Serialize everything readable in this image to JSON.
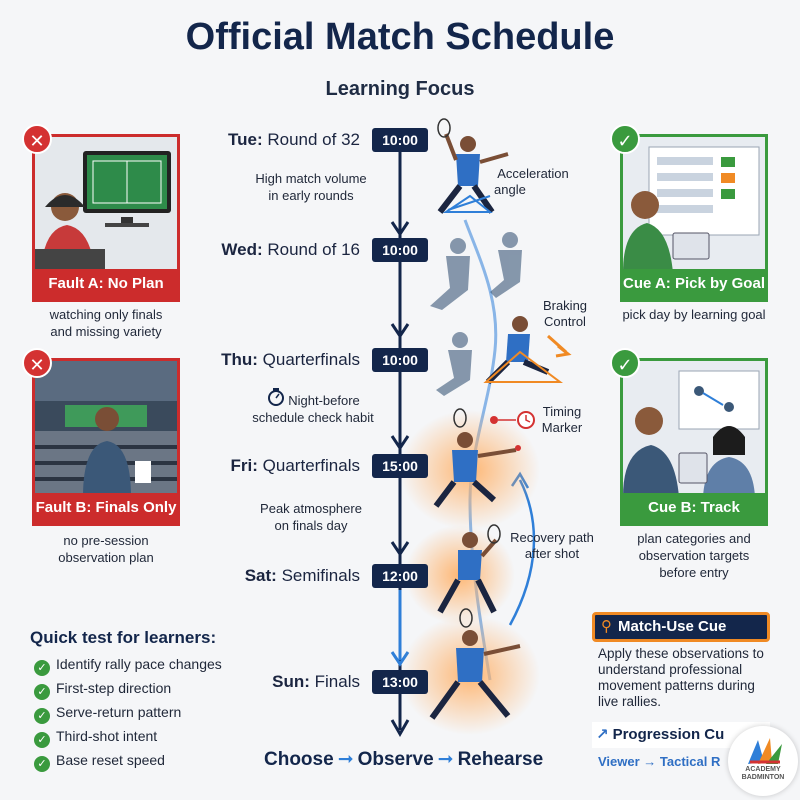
{
  "title": "Official Match Schedule",
  "subtitle": "Learning Focus",
  "faults": [
    {
      "label": "Fault A: No Plan",
      "caption": [
        "watching only finals",
        "and missing variety"
      ]
    },
    {
      "label": "Fault B: Finals Only",
      "caption": [
        "no pre-session",
        "observation plan"
      ]
    }
  ],
  "cues": [
    {
      "label": "Cue A: Pick by Goal",
      "caption": [
        "pick day by learning goal"
      ]
    },
    {
      "label": "Cue B: Track Patterns",
      "caption": [
        "plan categories and",
        "observation targets",
        "before entry"
      ]
    }
  ],
  "schedule": [
    {
      "day": "Tue:",
      "round": "Round of 32",
      "time": "10:00"
    },
    {
      "day": "Wed:",
      "round": "Round of 16",
      "time": "10:00"
    },
    {
      "day": "Thu:",
      "round": "Quarterfinals",
      "time": "10:00"
    },
    {
      "day": "Fri:",
      "round": "Quarterfinals",
      "time": "15:00"
    },
    {
      "day": "Sat:",
      "round": "Semifinals",
      "time": "12:00"
    },
    {
      "day": "Sun:",
      "round": "Finals",
      "time": "13:00"
    }
  ],
  "notes": {
    "volume": [
      "High match volume",
      "in early rounds"
    ],
    "habit": [
      "Night-before",
      "schedule check habit"
    ],
    "atmosphere": [
      "Peak atmosphere",
      "on finals day"
    ]
  },
  "tags": {
    "acceleration": [
      "Acceleration",
      "angle"
    ],
    "braking": [
      "Braking",
      "Control"
    ],
    "timing": [
      "Timing",
      "Marker"
    ],
    "recovery": [
      "Recovery path",
      "after shot"
    ]
  },
  "quick_test": {
    "title": "Quick test for learners:",
    "items": [
      "Identify rally pace changes",
      "First-step direction",
      "Serve-return pattern",
      "Third-shot intent",
      "Base reset speed"
    ]
  },
  "flow": [
    "Choose",
    "Observe",
    "Rehearse"
  ],
  "match_use": {
    "label": "Match-Use Cue",
    "text": "Apply these observations to understand professional movement patterns during live rallies."
  },
  "progression": {
    "label": "Progression Cu",
    "text": "Viewer → Tactical R"
  },
  "logo_text": [
    "ACADEMY",
    "BADMINTON"
  ],
  "colors": {
    "navy": "#13264b",
    "fault": "#cc2c2c",
    "cue": "#3a9a3e",
    "accent": "#f08a24",
    "path": "#2f7fd8"
  }
}
